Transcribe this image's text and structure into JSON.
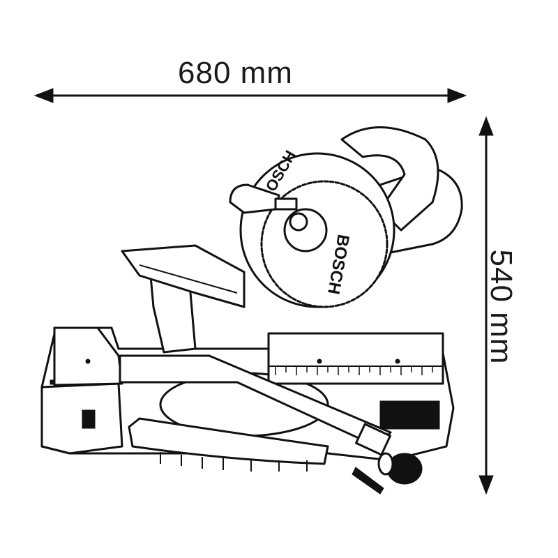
{
  "dimensions": {
    "width_label": "680 mm",
    "height_label": "540 mm"
  },
  "product": {
    "type": "sliding mitre saw",
    "blade_brand_text": "BOSCH"
  },
  "colors": {
    "line": "#111111",
    "background": "#ffffff"
  }
}
